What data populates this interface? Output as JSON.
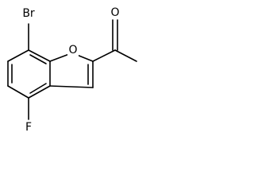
{
  "molecule": {
    "atoms": {
      "bromine": "Br",
      "ring_oxygen": "O",
      "carbonyl_oxygen": "O",
      "fluorine": "F"
    },
    "colors": {
      "bond": "#000000",
      "label": "#000000",
      "background": "#ffffff"
    }
  }
}
